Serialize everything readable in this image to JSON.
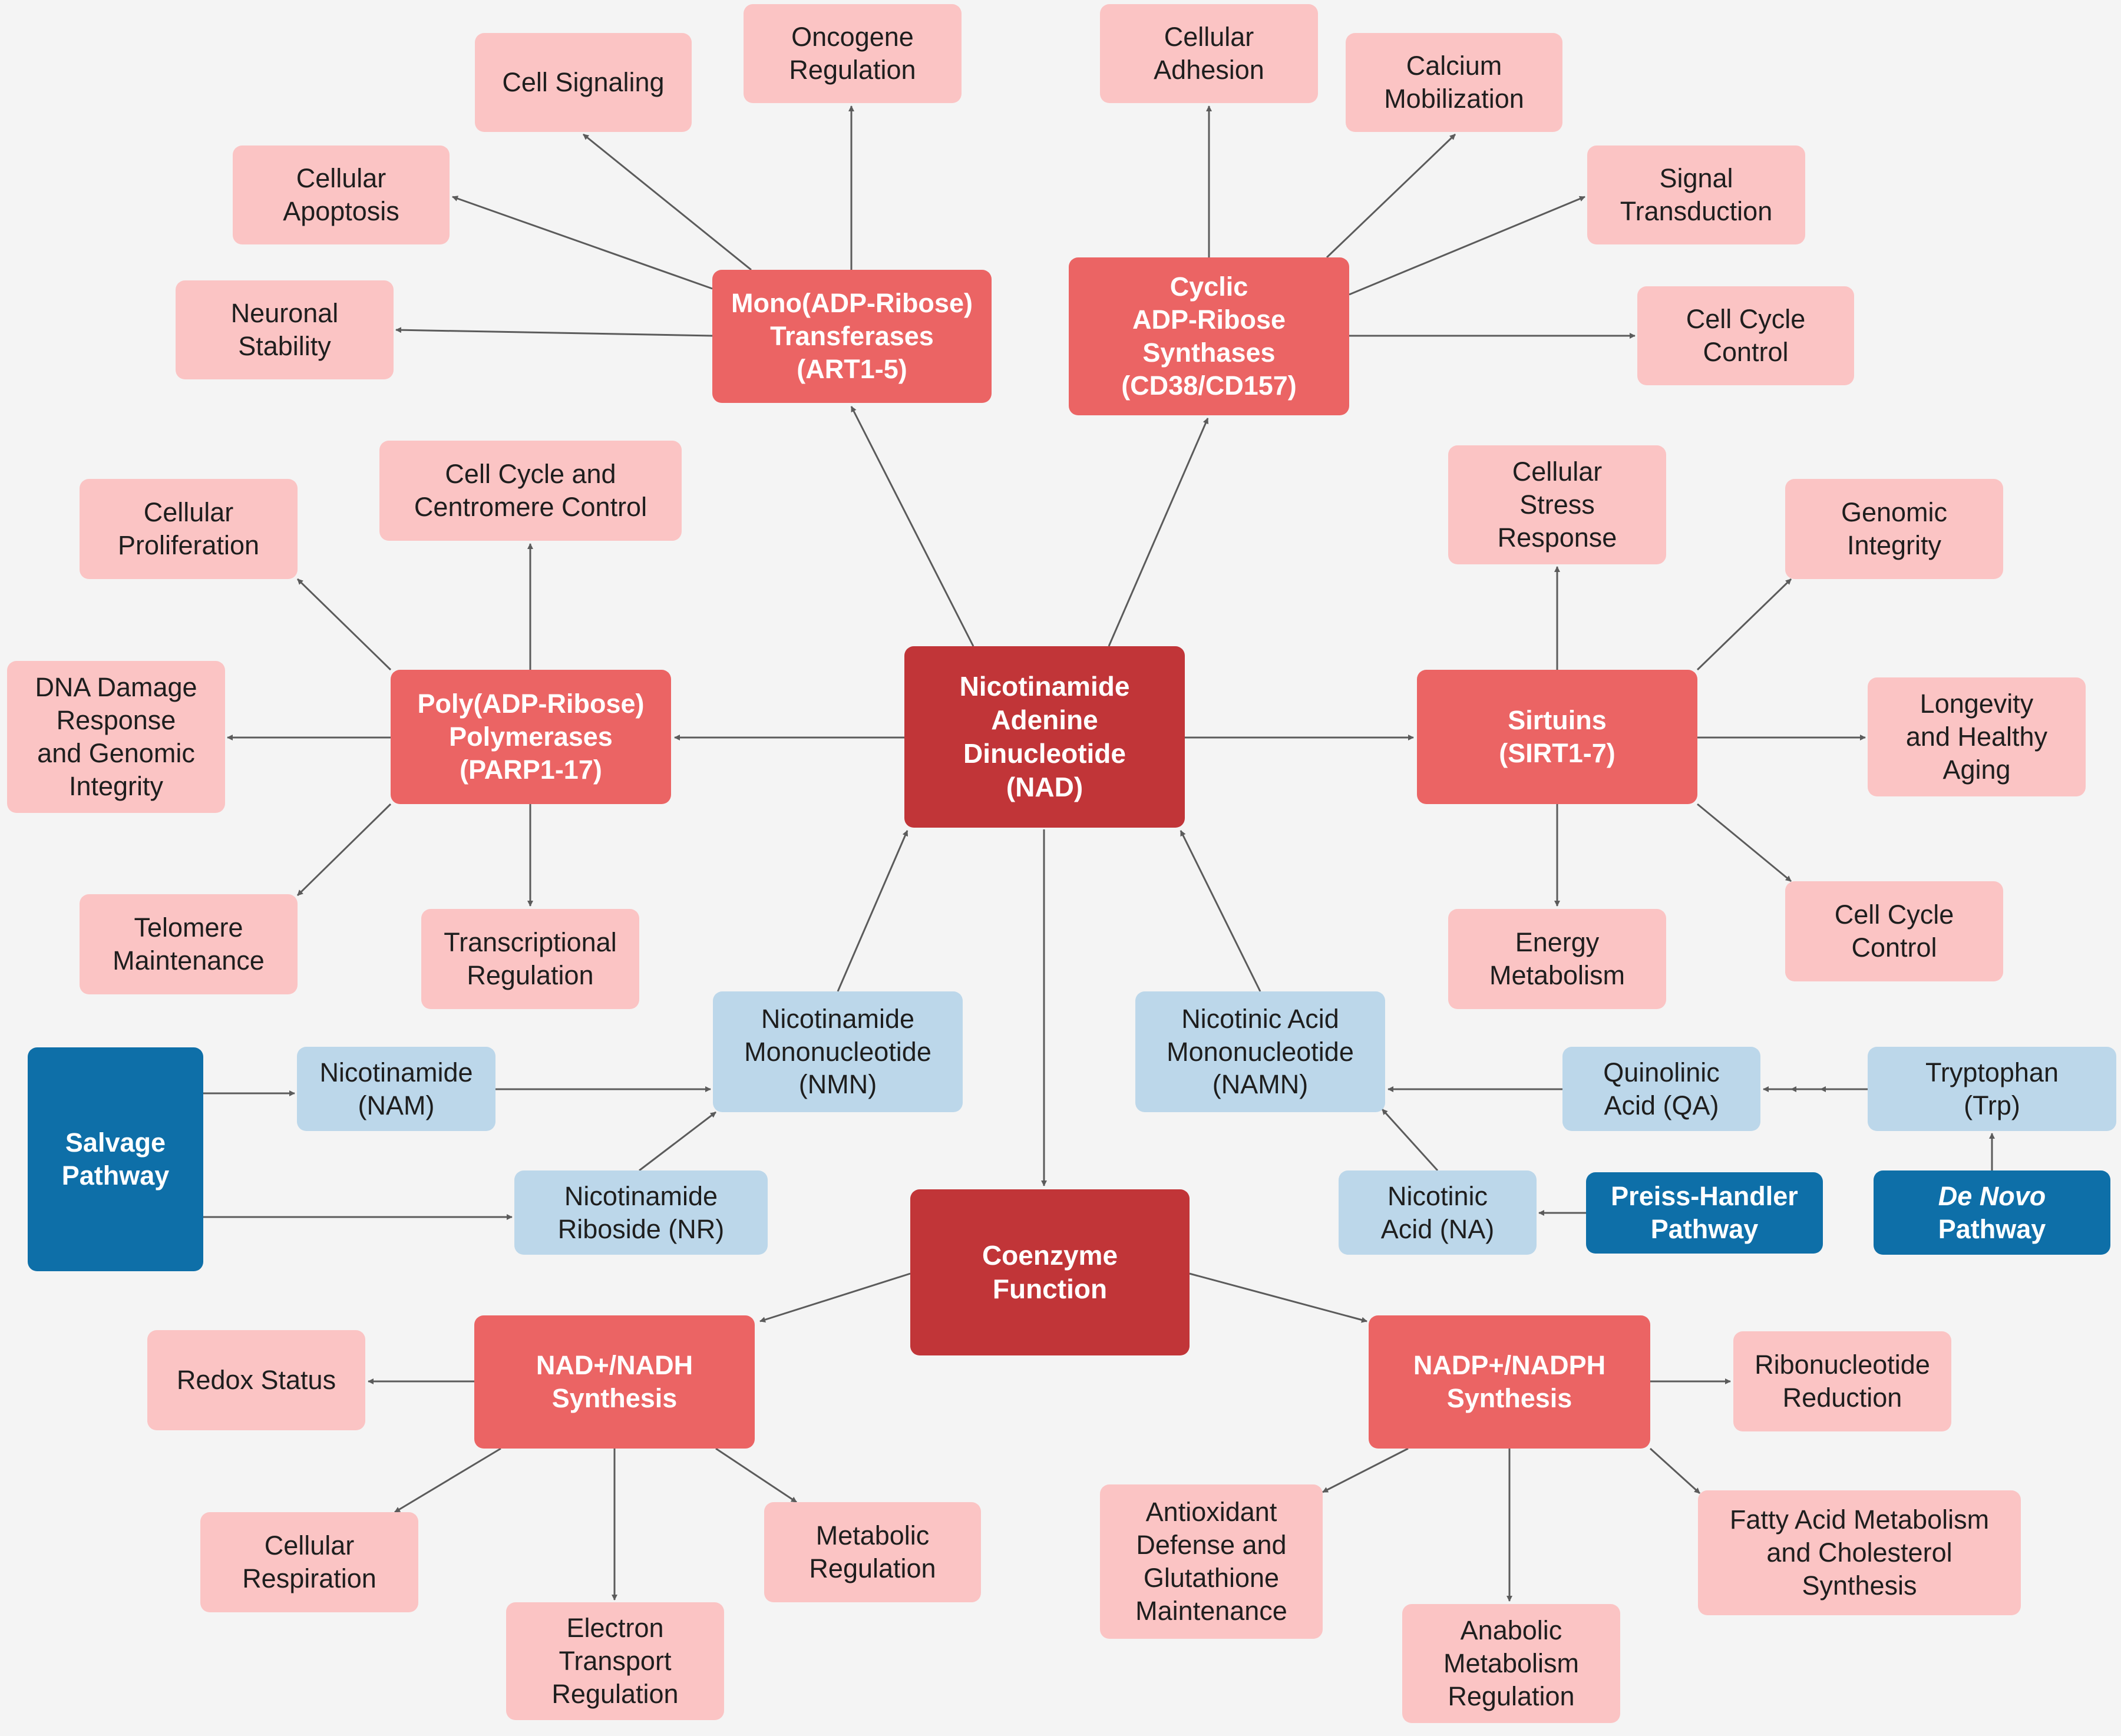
{
  "colors": {
    "core": "#c13538",
    "enzyme": "#eb6464",
    "outcome": "#fbc4c4",
    "precursor": "#bcd7ea",
    "pathway": "#0e6fa8",
    "arrow": "#5b5b5b",
    "background": "#f4f4f4"
  },
  "nodes": {
    "nad": "Nicotinamide\nAdenine\nDinucleotide\n(NAD)",
    "art": "Mono(ADP-Ribose)\nTransferases\n(ART1-5)",
    "cd38": "Cyclic\nADP-Ribose\nSynthases\n(CD38/CD157)",
    "parp": "Poly(ADP-Ribose)\nPolymerases\n(PARP1-17)",
    "sirt": "Sirtuins\n(SIRT1-7)",
    "coenzyme": "Coenzyme\nFunction",
    "nadh": "NAD+/NADH\nSynthesis",
    "nadph": "NADP+/NADPH\nSynthesis",
    "cell_signaling": "Cell Signaling",
    "oncogene": "Oncogene\nRegulation",
    "apoptosis": "Cellular\nApoptosis",
    "neuronal": "Neuronal\nStability",
    "adhesion": "Cellular\nAdhesion",
    "calcium": "Calcium\nMobilization",
    "signal_transduction": "Signal\nTransduction",
    "cell_cycle_cd38": "Cell Cycle\nControl",
    "proliferation": "Cellular\nProliferation",
    "centromere": "Cell Cycle and\nCentromere Control",
    "dna_damage": "DNA Damage\nResponse\nand Genomic\nIntegrity",
    "telomere": "Telomere\nMaintenance",
    "transcriptional": "Transcriptional\nRegulation",
    "stress": "Cellular\nStress\nResponse",
    "genomic": "Genomic\nIntegrity",
    "longevity": "Longevity\nand Healthy\nAging",
    "cell_cycle_sirt": "Cell Cycle\nControl",
    "energy": "Energy\nMetabolism",
    "redox": "Redox Status",
    "respiration": "Cellular\nRespiration",
    "electron": "Electron\nTransport\nRegulation",
    "metabolic": "Metabolic\nRegulation",
    "ribonucleotide": "Ribonucleotide\nReduction",
    "antioxidant": "Antioxidant\nDefense and\nGlutathione\nMaintenance",
    "anabolic": "Anabolic\nMetabolism\nRegulation",
    "fatty_acid": "Fatty Acid Metabolism\nand Cholesterol\nSynthesis",
    "nmn": "Nicotinamide\nMononucleotide\n(NMN)",
    "nam": "Nicotinamide\n(NAM)",
    "nr": "Nicotinamide\nRiboside (NR)",
    "namn": "Nicotinic Acid\nMononucleotide\n(NAMN)",
    "qa": "Quinolinic\nAcid (QA)",
    "trp": "Tryptophan\n(Trp)",
    "na": "Nicotinic\nAcid (NA)",
    "salvage": "Salvage\nPathway",
    "preiss": "Preiss-Handler\nPathway",
    "denovo_italic": "De Novo",
    "denovo_rest": "Pathway"
  }
}
